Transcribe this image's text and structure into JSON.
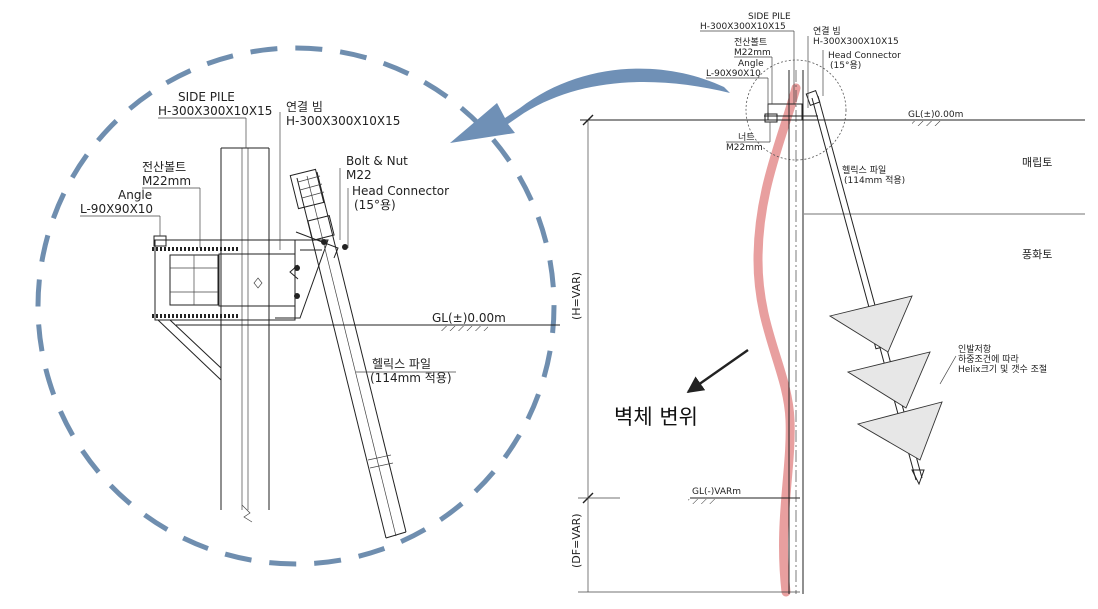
{
  "detail": {
    "side_pile_name": "SIDE PILE",
    "side_pile_spec": "H-300X300X10X15",
    "beam_name": "연결 빔",
    "beam_spec": "H-300X300X10X15",
    "bolt_name": "전산볼트",
    "bolt_size": "M22mm",
    "angle_name": "Angle",
    "angle_spec": "L-90X90X10",
    "bolt_nut_name": "Bolt & Nut",
    "bolt_nut_size": "M22",
    "head_connector_name": "Head Connector",
    "head_connector_angle": "(15°용)",
    "ground_level": "GL(±)0.00m",
    "helix_pile_name": "헬릭스 파일",
    "helix_pile_spec": "(114mm 적용)"
  },
  "section": {
    "side_pile_name": "SIDE PILE",
    "side_pile_spec": "H-300X300X10X15",
    "bolt_name": "전산볼트",
    "bolt_size": "M22mm",
    "angle_name": "Angle",
    "angle_spec": "L-90X90X10",
    "beam_name": "연결 빔",
    "beam_spec": "H-300X300X10X15",
    "head_connector_name": "Head Connector",
    "head_connector_angle": "(15°용)",
    "nut_name": "너트",
    "nut_size": "M22mm",
    "ground_level": "GL(±)0.00m",
    "helix_pile_name": "헬릭스 파일",
    "helix_pile_spec": "(114mm 적용)",
    "layer_fill": "매립토",
    "layer_weathered": "풍화토",
    "helix_note_1": "인발저항",
    "helix_note_2": "하중조건에 따라",
    "helix_note_3": "Helix크기 및 갯수 조절",
    "lower_ground_level": "GL(-)VARm",
    "dim_h": "(H=VAR)",
    "dim_df": "(DF=VAR)",
    "wall_displacement": "벽체 변위"
  },
  "colors": {
    "detail_circle": "#6f8eaf",
    "arrow": "#6f90b6",
    "displacement": "#e79a9a",
    "line": "#222222"
  }
}
